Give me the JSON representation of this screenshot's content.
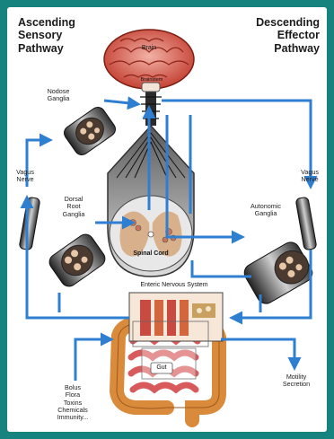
{
  "headers": {
    "left": "Ascending\nSensory\nPathway",
    "right": "Descending\nEffector\nPathway"
  },
  "labels": {
    "brain": "Brain",
    "brainstem": "Brainstem",
    "nodose_ganglia": "Nodose\nGanglia",
    "vagus_left": "Vagus\nNerve",
    "vagus_right": "Vagus\nNerve",
    "dorsal_root_ganglia": "Dorsal\nRoot\nGanglia",
    "autonomic_ganglia": "Autonomic\nGanglia",
    "spinal_cord": "Spinal Cord",
    "enteric_nervous_system": "Enteric Nervous System",
    "gut": "Gut",
    "inputs": "Bolus\nFlora\nToxins\nChemicals\nImmunity...",
    "outputs": "Motility\nSecretion"
  },
  "colors": {
    "frame": "#17837f",
    "arrow": "#2f7fd0",
    "brain": "#c0392b",
    "cord_gray": "#d9b08c",
    "intestine": "#d98a3a",
    "small_intestine": "#d95a5a"
  }
}
